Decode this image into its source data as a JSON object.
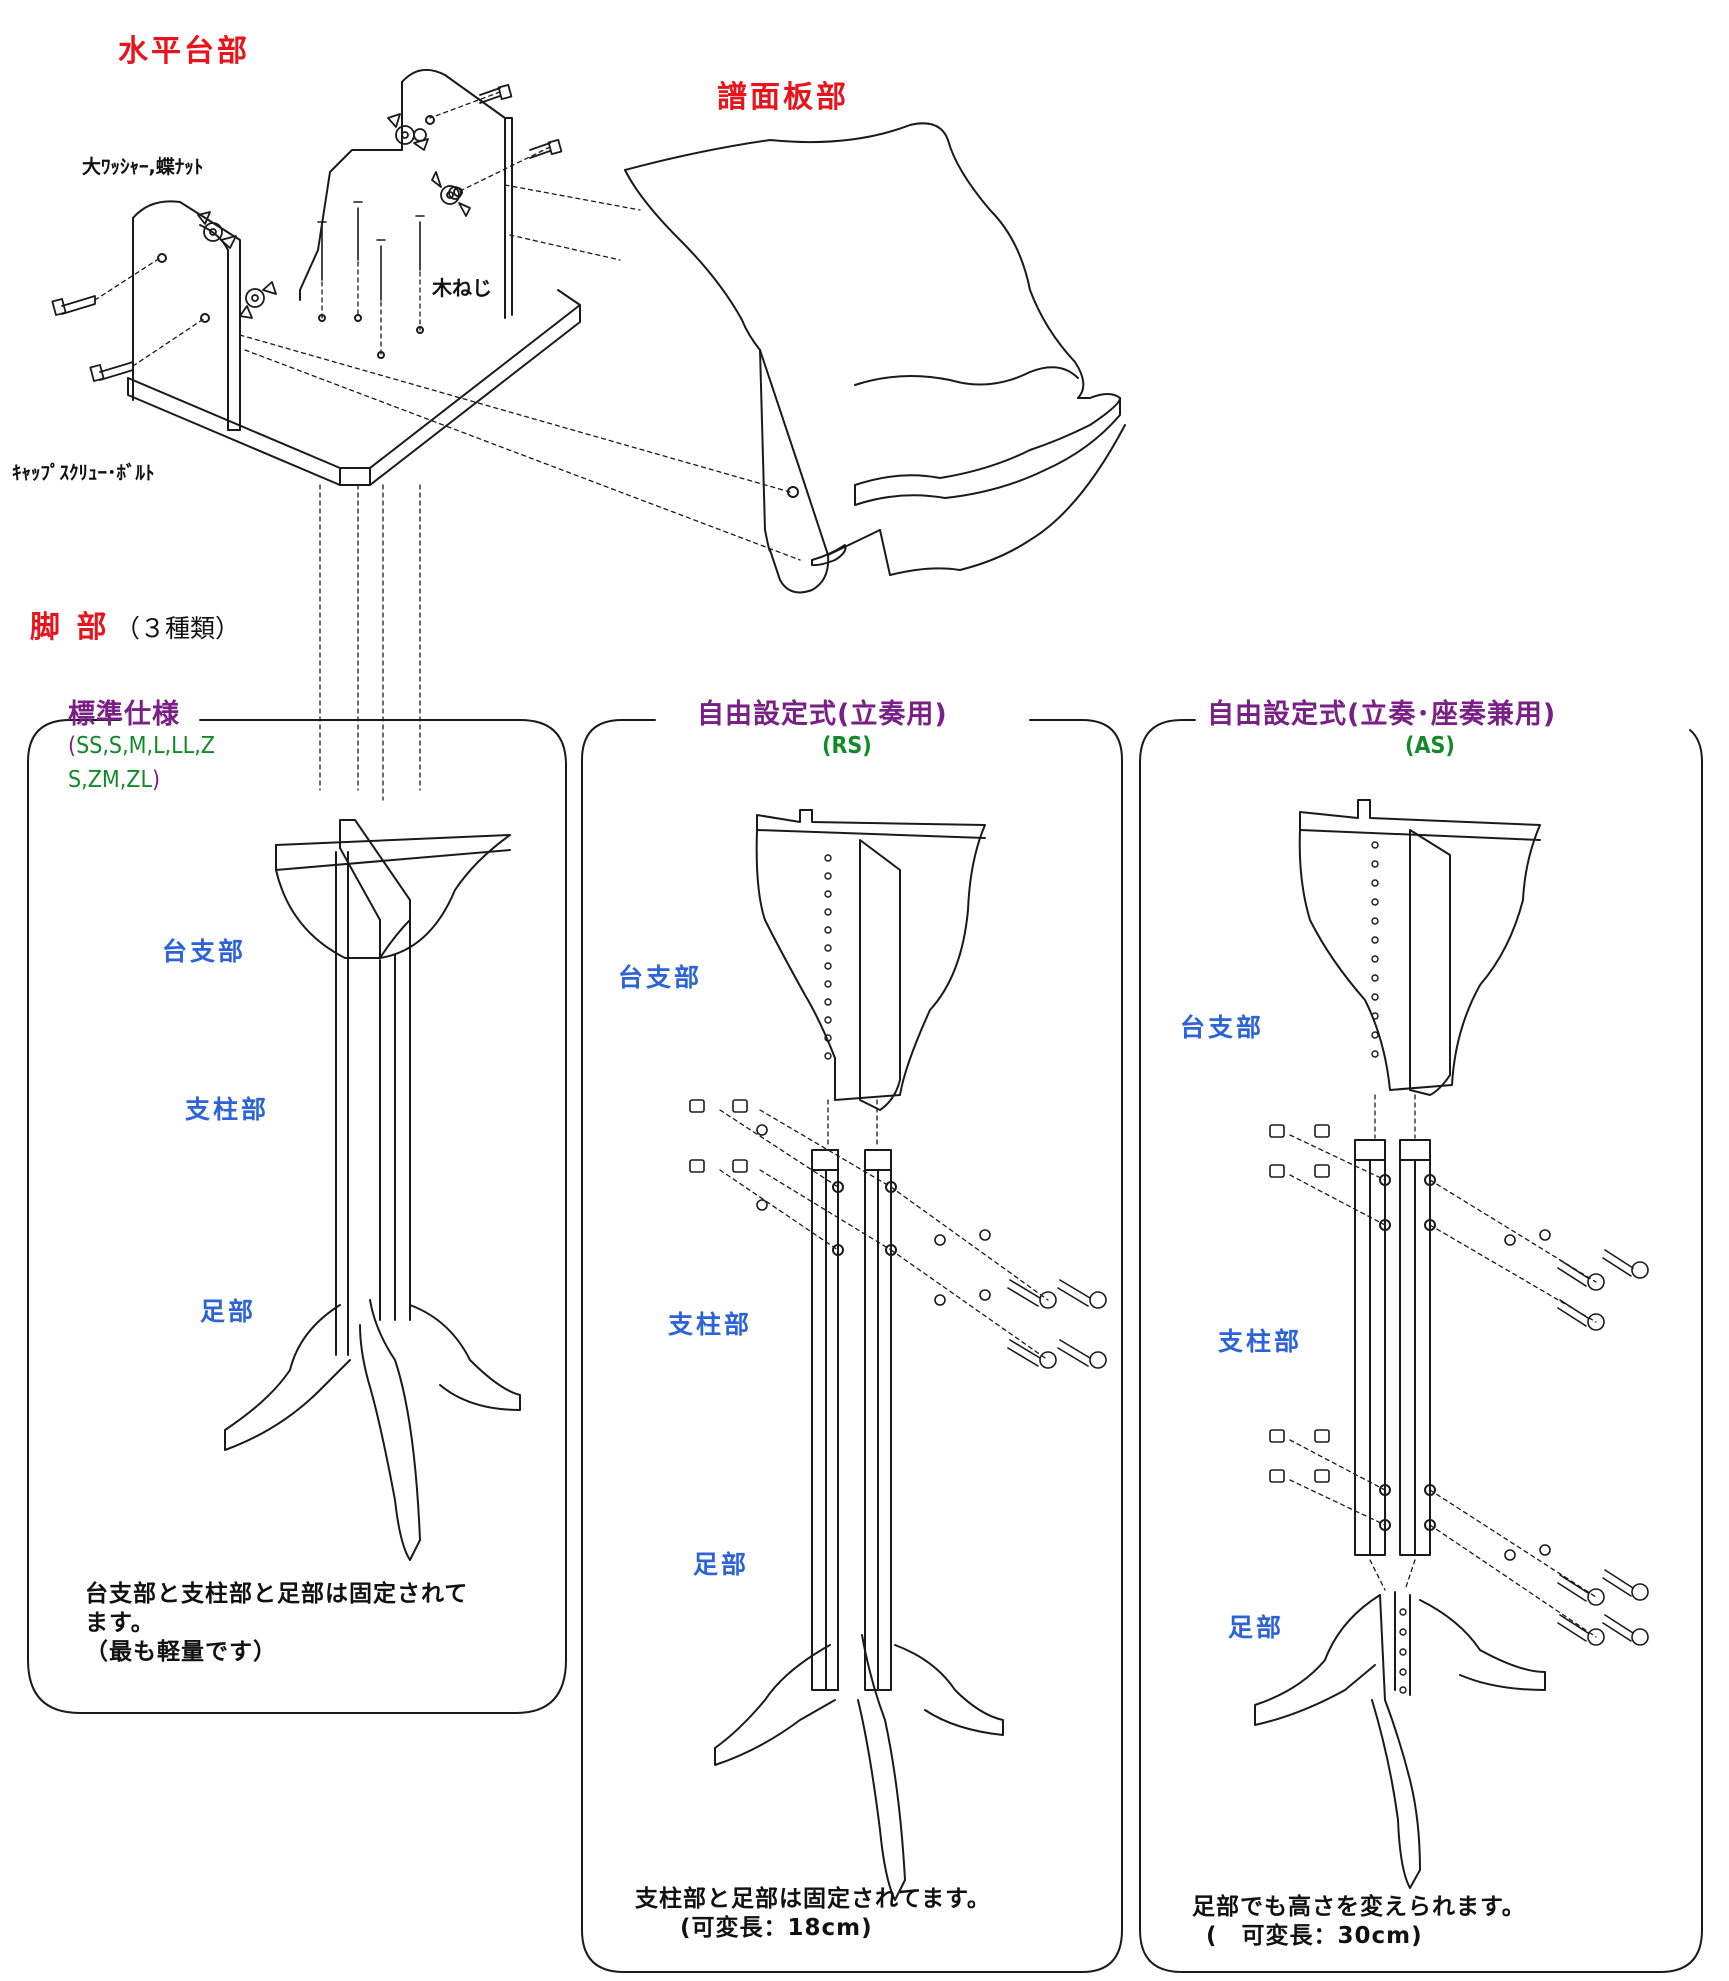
{
  "top": {
    "horizontal_base": "水平台部",
    "music_board": "譜面板部",
    "big_washer_label": "大ﾜｯｼｬｰ,蝶ﾅｯﾄ",
    "wood_screw_label": "木ねじ",
    "cap_screw_label": "ｷｬｯﾌﾟｽｸﾘｭｰ･ﾎﾞﾙﾄ"
  },
  "legs": {
    "title": "脚 部",
    "title_suffix": "（３種類）"
  },
  "panels": [
    {
      "title": "標準仕様",
      "sizes_open": "(",
      "sizes_line1": "SS,S,M,L,LL,Z",
      "sizes_line2": "S,ZM,ZL",
      "sizes_close": ")",
      "parts": [
        "台支部",
        "支柱部",
        "足部"
      ],
      "note_line1": "台支部と支柱部と足部は固定されて",
      "note_line2": "ます。",
      "note_line3": "（最も軽量です）"
    },
    {
      "title": "自由設定式(立奏用)",
      "code": "(RS)",
      "parts": [
        "台支部",
        "支柱部",
        "足部"
      ],
      "note_line1": "支柱部と足部は固定されてます。",
      "note_line2": "(可変長：18cm)"
    },
    {
      "title": "自由設定式(立奏･座奏兼用)",
      "code": "(AS)",
      "parts": [
        "台支部",
        "支柱部",
        "足部"
      ],
      "note_line1": "足部でも高さを変えられます。",
      "note_line2": "(　可変長：30cm)"
    }
  ],
  "colors": {
    "red": "#e8141b",
    "blue": "#2c63d8",
    "purple": "#7a1f86",
    "green": "#138a2a",
    "line": "#1a1a1a"
  }
}
